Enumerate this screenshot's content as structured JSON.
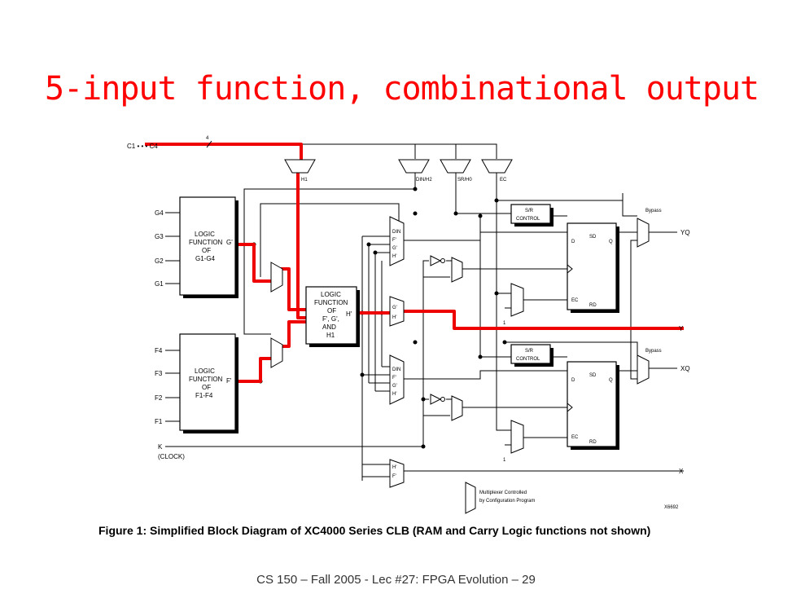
{
  "slide": {
    "title": "5-input function, combinational output",
    "footer": "CS 150 – Fall 2005 - Lec #27: FPGA Evolution – 29"
  },
  "figure": {
    "caption": "Figure 1:   Simplified Block Diagram of XC4000 Series CLB (RAM and Carry Logic functions not shown)",
    "figure_id": "X6692",
    "legend_text_1": "Multiplexer Controlled",
    "legend_text_2": "by Configuration Program"
  },
  "inputs": {
    "c_bus": "C1 • • • C4",
    "c_bus_width": "4",
    "g": [
      "G4",
      "G3",
      "G2",
      "G1"
    ],
    "f": [
      "F4",
      "F3",
      "F2",
      "F1"
    ],
    "clock_1": "K",
    "clock_2": "(CLOCK)"
  },
  "blocks": {
    "g_lut": [
      "LOGIC",
      "FUNCTION",
      "OF",
      "G1-G4"
    ],
    "f_lut": [
      "LOGIC",
      "FUNCTION",
      "OF",
      "F1-F4"
    ],
    "h_lut": [
      "LOGIC",
      "FUNCTION",
      "OF",
      "F', G',",
      "AND",
      "H1"
    ],
    "g_out": "G'",
    "f_out": "F'",
    "h_out": "H'",
    "sr_control": [
      "S/R",
      "CONTROL"
    ],
    "ff_labels": {
      "d": "D",
      "q": "Q",
      "sd": "SD",
      "ec": "EC",
      "rd": "RD"
    },
    "mux_upper": [
      "DIN",
      "F'",
      "G'",
      "H'"
    ],
    "mux_y": [
      "G'",
      "H'"
    ],
    "mux_lower": [
      "DIN",
      "F'",
      "G'",
      "H'"
    ],
    "mux_x": [
      "H'",
      "F'"
    ],
    "top_mux_labels": [
      "H1",
      "DIN/H2",
      "SR/H0",
      "EC"
    ],
    "one_label": "1",
    "bypass": "Bypass"
  },
  "outputs": [
    "YQ",
    "Y",
    "XQ",
    "X"
  ]
}
